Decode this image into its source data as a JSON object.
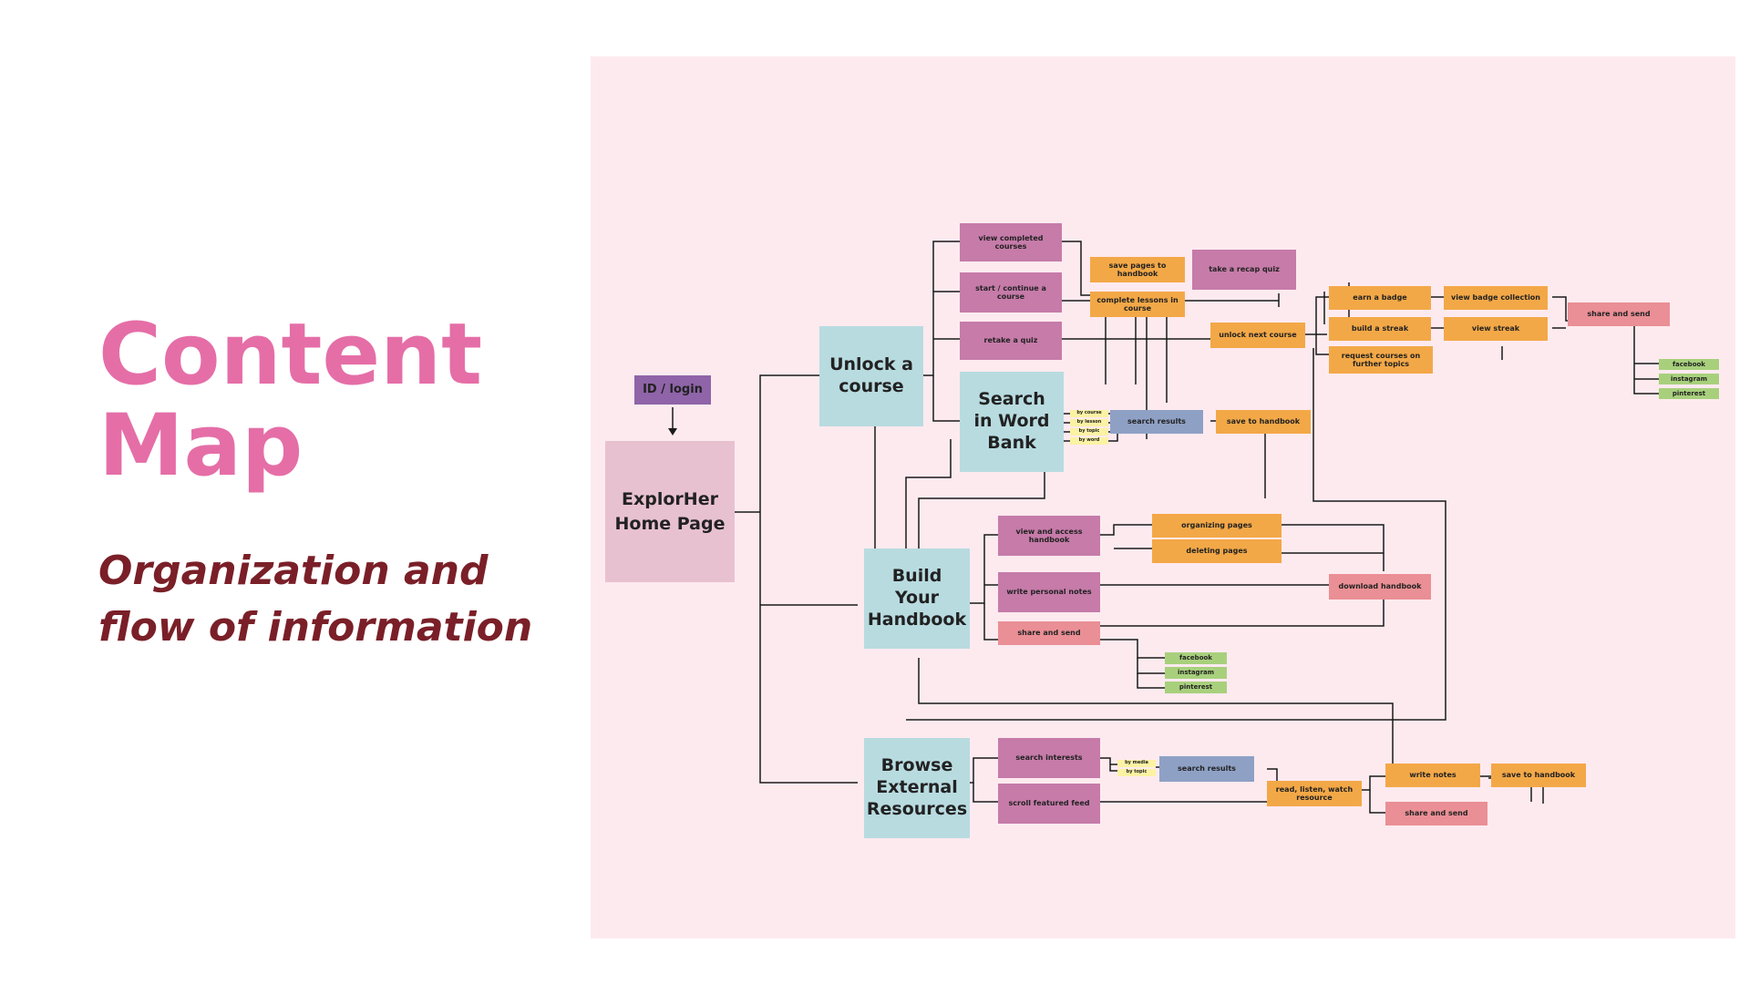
{
  "page": {
    "title_lines": [
      "Content",
      "Map"
    ],
    "subtitle_lines": [
      "Organization and",
      "flow of information"
    ]
  },
  "colors": {
    "title": "#e56ea7",
    "subtitle": "#7a1f28",
    "background_panel": "#fdeaef",
    "hub_box": "#b8dbe0",
    "home_box": "#e8c1d0",
    "purple_box": "#c67ba9",
    "dark_purple_box": "#8f64a8",
    "orange_box": "#f3a847",
    "salmon_box": "#ea8f95",
    "slate_box": "#8ea1c5",
    "green_box": "#a8d07c",
    "yellow_box": "#fbf2a3"
  },
  "diagram": {
    "id_login": "ID / login",
    "home": "ExplorHer Home Page",
    "unlock": "Unlock a course",
    "search_bank": "Search in Word Bank",
    "build": "Build Your Handbook",
    "browse": "Browse External Resources",
    "view_completed": "view completed courses",
    "start_continue": "start / continue a course",
    "retake": "retake a quiz",
    "save_pages": "save pages to handbook",
    "complete_lessons": "complete lessons in course",
    "recap_quiz": "take a  recap quiz",
    "unlock_next": "unlock next course",
    "earn_badge": "earn a badge",
    "build_streak": "build a streak",
    "request_courses": "request courses on further topics",
    "view_badge": "view badge collection",
    "view_streak": "view streak",
    "share_send_top": "share and send",
    "facebook_top": "facebook",
    "instagram_top": "instagram",
    "pinterest_top": "pinterest",
    "filter_course": "by course",
    "filter_lesson": "by lesson",
    "filter_topic": "by topic",
    "filter_word": "by word",
    "search_results_bank": "search results",
    "save_handbook_bank": "save to handbook",
    "view_access": "view and access handbook",
    "organizing": "organizing pages",
    "deleting": "deleting pages",
    "write_personal": "write personal notes",
    "download": "download handbook",
    "share_send_mid": "share and send",
    "facebook_mid": "facebook",
    "instagram_mid": "instagram",
    "pinterest_mid": "pinterest",
    "search_interests": "search interests",
    "scroll_feed": "scroll featured feed",
    "filter_media": "by media",
    "filter_topic2": "by topic",
    "search_results_ext": "search results",
    "read_listen": "read, listen, watch resource",
    "write_notes": "write notes",
    "save_handbook_ext": "save to handbook",
    "share_send_bottom": "share and send"
  }
}
